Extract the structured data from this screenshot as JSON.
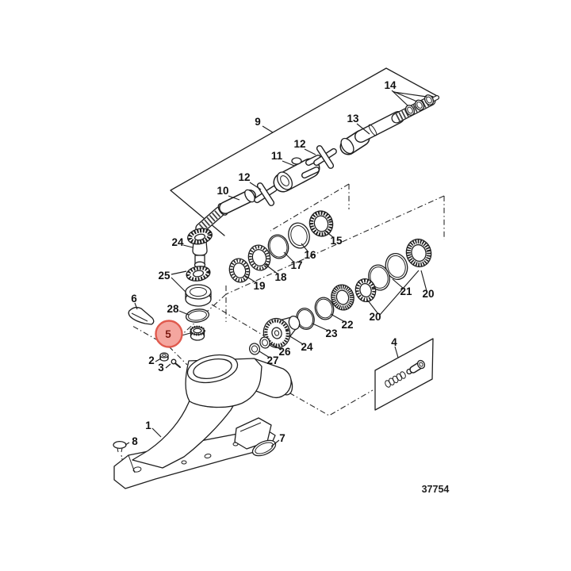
{
  "page": {
    "background": "#ffffff"
  },
  "figure": {
    "drawing_number": "37754"
  },
  "highlight": {
    "part_label": "5",
    "fill_color": "#f4a69f",
    "stroke_color": "#e05a4e",
    "label_color": "#7d1a12"
  },
  "callouts": {
    "c1": {
      "label": "1"
    },
    "c2": {
      "label": "2"
    },
    "c3": {
      "label": "3"
    },
    "c4": {
      "label": "4"
    },
    "c5": {
      "label": "5"
    },
    "c6": {
      "label": "6"
    },
    "c7": {
      "label": "7"
    },
    "c8": {
      "label": "8"
    },
    "c9": {
      "label": "9"
    },
    "c10": {
      "label": "10"
    },
    "c11": {
      "label": "11"
    },
    "c12a": {
      "label": "12"
    },
    "c12b": {
      "label": "12"
    },
    "c13": {
      "label": "13"
    },
    "c14": {
      "label": "14"
    },
    "c15": {
      "label": "15"
    },
    "c16": {
      "label": "16"
    },
    "c17": {
      "label": "17"
    },
    "c18": {
      "label": "18"
    },
    "c19": {
      "label": "19"
    },
    "c20a": {
      "label": "20"
    },
    "c20b": {
      "label": "20"
    },
    "c21": {
      "label": "21"
    },
    "c22": {
      "label": "22"
    },
    "c23": {
      "label": "23"
    },
    "c24a": {
      "label": "24"
    },
    "c24b": {
      "label": "24"
    },
    "c25": {
      "label": "25"
    },
    "c26": {
      "label": "26"
    },
    "c27": {
      "label": "27"
    },
    "c28": {
      "label": "28"
    }
  }
}
